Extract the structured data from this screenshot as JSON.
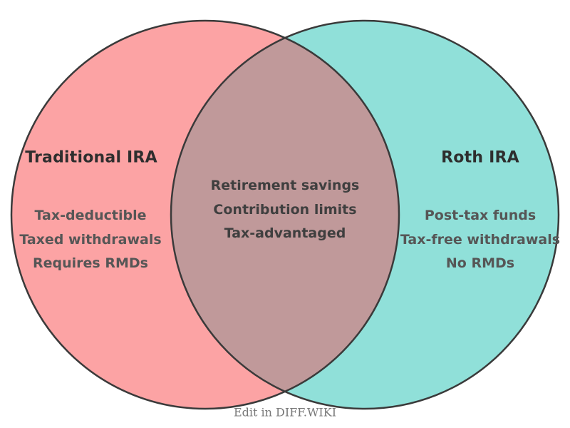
{
  "venn": {
    "left_set": {
      "title": "Traditional IRA",
      "items": [
        "Tax-deductible",
        "Taxed withdrawals",
        "Requires RMDs"
      ]
    },
    "right_set": {
      "title": "Roth IRA",
      "items": [
        "Post-tax funds",
        "Tax-free withdrawals",
        "No RMDs"
      ]
    },
    "overlap": {
      "items": [
        "Retirement savings",
        "Contribution limits",
        "Tax-advantaged"
      ]
    },
    "colors": {
      "left_fill": "#FCA3A4",
      "right_fill": "#90E0D9",
      "overlap_fill": "#C0999A",
      "outline": "#3A3A3A"
    },
    "footer": {
      "label": "Edit in DIFF.WIKI"
    }
  }
}
